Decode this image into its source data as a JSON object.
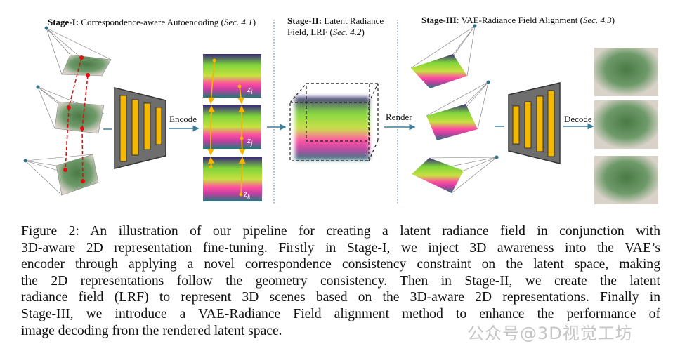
{
  "figure": {
    "stage1": {
      "bold": "Stage-I:",
      "text": " Correspondence-aware Autoencoding (",
      "sec": "Sec. 4.1",
      "close": ")"
    },
    "stage2": {
      "bold": "Stage-II:",
      "text1": " Latent Radiance",
      "text2": "Field, LRF (",
      "sec": "Sec. 4.2",
      "close": ")"
    },
    "stage3": {
      "bold": "Stage-III",
      "text": ": VAE-Radiance Field Alignment (",
      "sec": "Sec. 4.3",
      "close": ")"
    },
    "encode_label": "Encode",
    "render_label": "Render",
    "decode_label": "Decode",
    "latent_labels": [
      "z_i",
      "z_j",
      "z_k"
    ],
    "colors": {
      "block_fill": "#6e6e6e",
      "bar": "#f5b800",
      "arrow": "#3d7f9b",
      "correspondence": "#e01010",
      "latent_track": "#f7b500"
    }
  },
  "caption": {
    "lines": [
      "Figure 2:  An illustration of our pipeline for creating a latent radiance field in conjunction with",
      "3D-aware 2D representation fine-tuning. Firstly in Stage-I, we inject 3D awareness into the VAE’s",
      "encoder through applying a novel correspondence consistency constraint on the latent space, making",
      "the 2D representations follow the geometry consistency.  Then in Stage-II, we create the latent",
      "radiance field (LRF) to represent 3D scenes based on the 3D-aware 2D representations.  Finally in",
      "Stage-III, we introduce a VAE-Radiance Field alignment method to enhance the performance of",
      "image decoding from the rendered latent space."
    ]
  },
  "watermark": "公众号@3D视觉工坊"
}
